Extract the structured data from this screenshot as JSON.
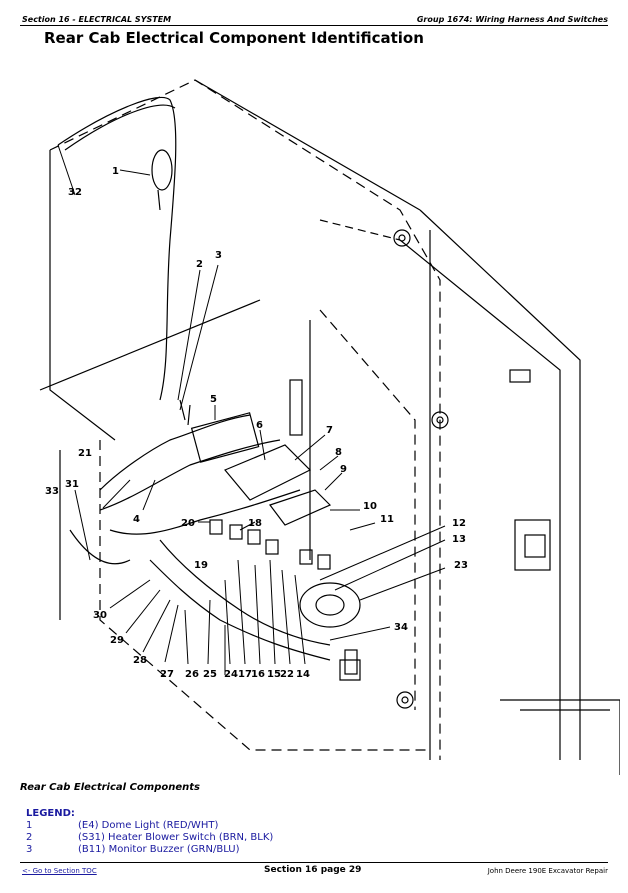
{
  "header": {
    "left": "Section 16 - ELECTRICAL SYSTEM",
    "right": "Group 1674: Wiring Harness And Switches"
  },
  "title": "Rear Cab Electrical Component Identification",
  "callouts": [
    "1",
    "2",
    "3",
    "4",
    "5",
    "6",
    "7",
    "8",
    "9",
    "10",
    "11",
    "12",
    "13",
    "14",
    "15",
    "16",
    "17",
    "18",
    "19",
    "20",
    "21",
    "22",
    "23",
    "24",
    "25",
    "26",
    "27",
    "28",
    "29",
    "30",
    "31",
    "32",
    "33",
    "34"
  ],
  "subtitle": "Rear Cab Electrical Components",
  "legend": {
    "title": "LEGEND:",
    "items": [
      {
        "num": "1",
        "text": "(E4) Dome Light (RED/WHT)"
      },
      {
        "num": "2",
        "text": "(S31) Heater Blower Switch (BRN, BLK)"
      },
      {
        "num": "3",
        "text": "(B11) Monitor Buzzer (GRN/BLU)"
      }
    ]
  },
  "footer": {
    "left": "<- Go to Section TOC",
    "middle": "Section 16 page 29",
    "right": "John Deere 190E Excavator Repair"
  }
}
